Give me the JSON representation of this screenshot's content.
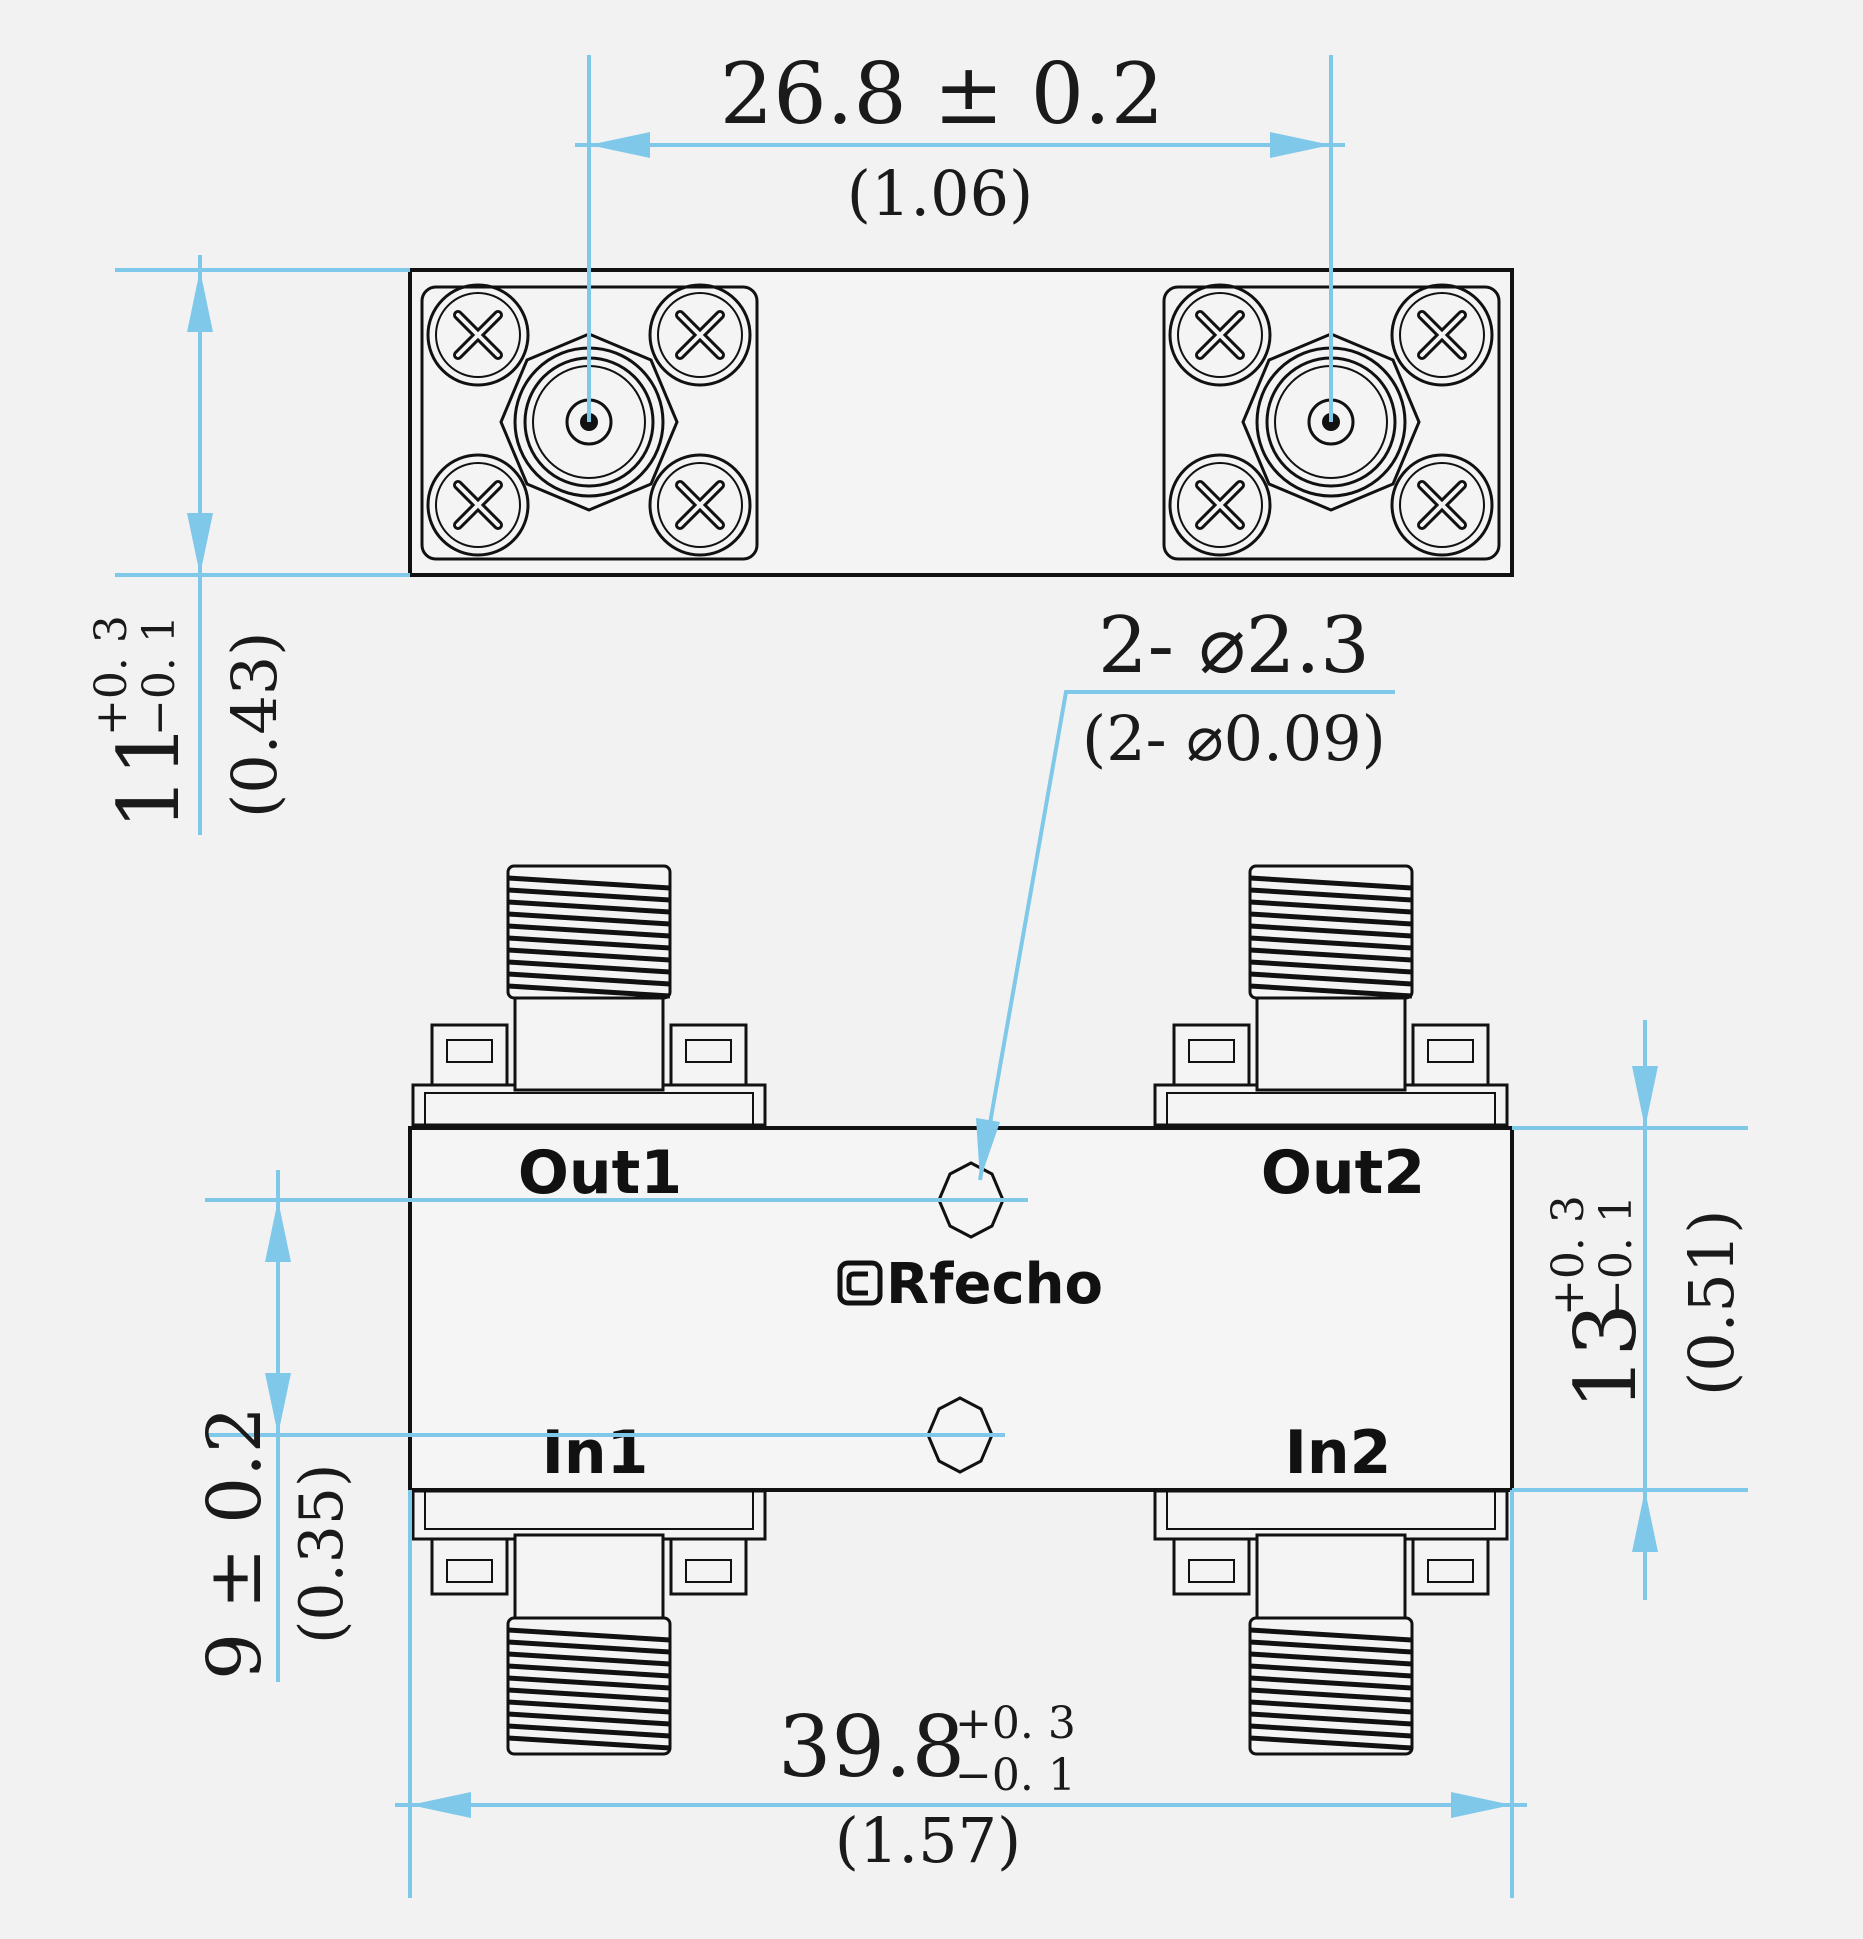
{
  "dimensions": {
    "top_spacing": {
      "value": "26.8 ± 0.2",
      "inch": "(1.06)"
    },
    "side_height": {
      "base": "11",
      "tol_plus": "+0. 3",
      "tol_minus": "−0. 1",
      "inch": "(0.43)"
    },
    "hole": {
      "value": "2- ⌀2.3",
      "inch": "(2- ⌀0.09)"
    },
    "body_height": {
      "base": "13",
      "tol_plus": "+0. 3",
      "tol_minus": "−0. 1",
      "inch": "(0.51)"
    },
    "hole_spacing": {
      "value": "9 ± 0.2",
      "inch": "(0.35)"
    },
    "total_length": {
      "base": "39.8",
      "tol_plus": "+0. 3",
      "tol_minus": "−0. 1",
      "inch": "(1.57)"
    }
  },
  "ports": {
    "out1": "Out1",
    "out2": "Out2",
    "in1": "In1",
    "in2": "In2"
  },
  "brand": "Rfecho",
  "colors": {
    "dimension": "#7fc8ea",
    "outline": "#111111",
    "background": "#f2f2f2"
  }
}
